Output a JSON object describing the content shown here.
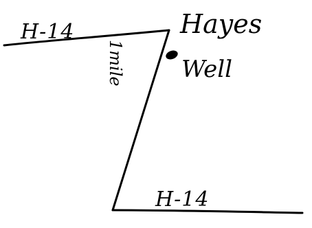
{
  "map": {
    "road_label_top": "H-14",
    "road_label_bottom": "H-14",
    "distance_label": "1mile",
    "well_name": "Hayes",
    "well_word": "Well",
    "colors": {
      "ink": "#000000",
      "paper": "#ffffff"
    }
  }
}
